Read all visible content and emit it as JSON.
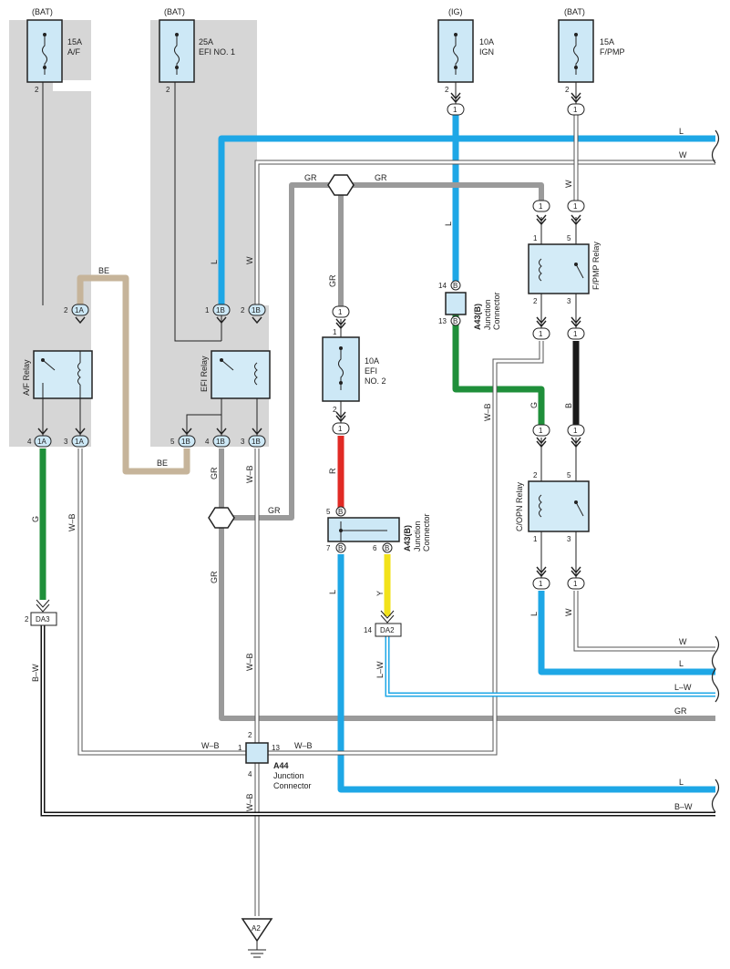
{
  "colors": {
    "shade": "#d6d6d6",
    "blue": "#1ea7e6",
    "green": "#1f8f3a",
    "gray": "#9a9a9a",
    "tan": "#c6b49a",
    "red": "#e12a24",
    "yellow": "#f2e21a",
    "black": "#1a1a1a",
    "component": "#cde8f6",
    "relay": "#d3ebf7"
  },
  "power": {
    "bat1": "(BAT)",
    "bat2": "(BAT)",
    "ig": "(IG)",
    "bat3": "(BAT)"
  },
  "fuses": {
    "af_amp": "15A",
    "af_name": "A/F",
    "efi1_amp": "25A",
    "efi1_name": "EFI NO. 1",
    "ign_amp": "10A",
    "ign_name": "IGN",
    "fpmp_amp": "15A",
    "fpmp_name": "F/PMP",
    "efi2_amp": "10A",
    "efi2_name": "EFI",
    "efi2_name2": "NO. 2"
  },
  "relays": {
    "af": "A/F Relay",
    "efi": "EFI Relay",
    "fpmp": "F/PMP Relay",
    "copn": "C/OPN Relay"
  },
  "connectors": {
    "c1A": "1A",
    "c1B": "1B",
    "cB": "B",
    "c1": "1",
    "da3": "DA3",
    "da2": "DA2",
    "a2": "A2"
  },
  "junctions": {
    "a43_top_id": "A43(B)",
    "a43_top_l1": "Junction",
    "a43_top_l2": "Connector",
    "a43_mid_id": "A43(B)",
    "a43_mid_l1": "Junction",
    "a43_mid_l2": "Connector",
    "a44_id": "A44",
    "a44_l1": "Junction",
    "a44_l2": "Connector"
  },
  "wires": {
    "BE": "BE",
    "L": "L",
    "W": "W",
    "GR": "GR",
    "G": "G",
    "WB": "W–B",
    "BW": "B–W",
    "R": "R",
    "Y": "Y",
    "LW": "L–W",
    "B": "B"
  },
  "pins": {
    "p1": "1",
    "p2": "2",
    "p3": "3",
    "p4": "4",
    "p5": "5",
    "p6": "6",
    "p7": "7",
    "p13": "13",
    "p14": "14"
  }
}
